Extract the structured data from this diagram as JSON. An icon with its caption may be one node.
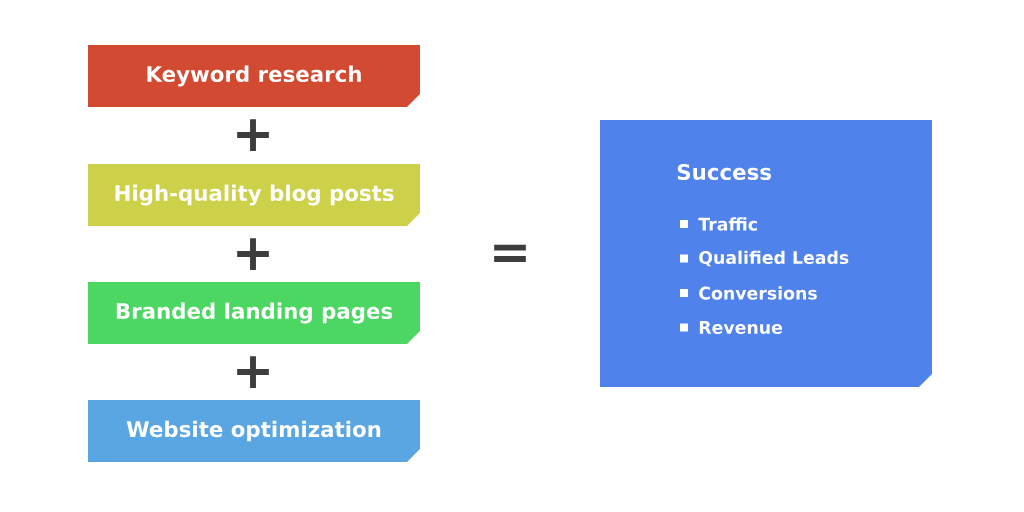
{
  "diagram": {
    "nodes": [
      {
        "text": [
          "Keyword research"
        ]
      },
      {
        "text": [
          "High-quality blog posts"
        ]
      },
      {
        "text": [
          "Branded landing pages"
        ]
      },
      {
        "text": [
          "Website optimization"
        ]
      },
      {
        "text": [
          "Success",
          "Traffic",
          "Qualified Leads",
          "Conversions",
          "Revenue"
        ]
      }
    ],
    "labels": [
      "+",
      "+",
      "+",
      "="
    ]
  }
}
